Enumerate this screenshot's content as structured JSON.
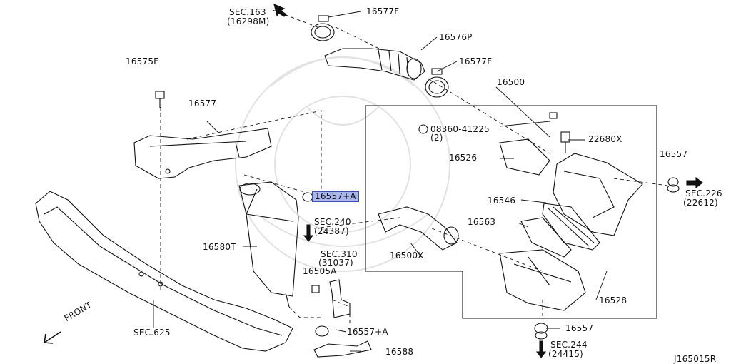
{
  "highlight_color": "#a9b7ee",
  "labels": {
    "sec163": "SEC.163",
    "sec163_sub": "(16298M)",
    "p16577F_top": "16577F",
    "p16576P": "16576P",
    "p16577F_mid": "16577F",
    "p16575F": "16575F",
    "p16577": "16577",
    "p16500": "16500",
    "p08360": "08360-41225",
    "p08360_count": "(2)",
    "p22680X": "22680X",
    "p16526": "16526",
    "p16557_right": "16557",
    "sec226": "SEC.226",
    "sec226_sub": "(22612)",
    "p16557A_highlight": "16557+A",
    "sec240": "SEC.240",
    "sec240_sub": "(24387)",
    "p16546": "16546",
    "p16563": "16563",
    "p16580T": "16580T",
    "sec310": "SEC.310",
    "sec310_sub": "(31037)",
    "p16500X": "16500X",
    "p16505A": "16505A",
    "p16528": "16528",
    "front": "FRONT",
    "sec625": "SEC.625",
    "p16557A_bottom": "16557+A",
    "p16557_bottom": "16557",
    "p16588": "16588",
    "sec244": "SEC.244",
    "sec244_sub": "(24415)",
    "diagram_id": "J165015R"
  }
}
